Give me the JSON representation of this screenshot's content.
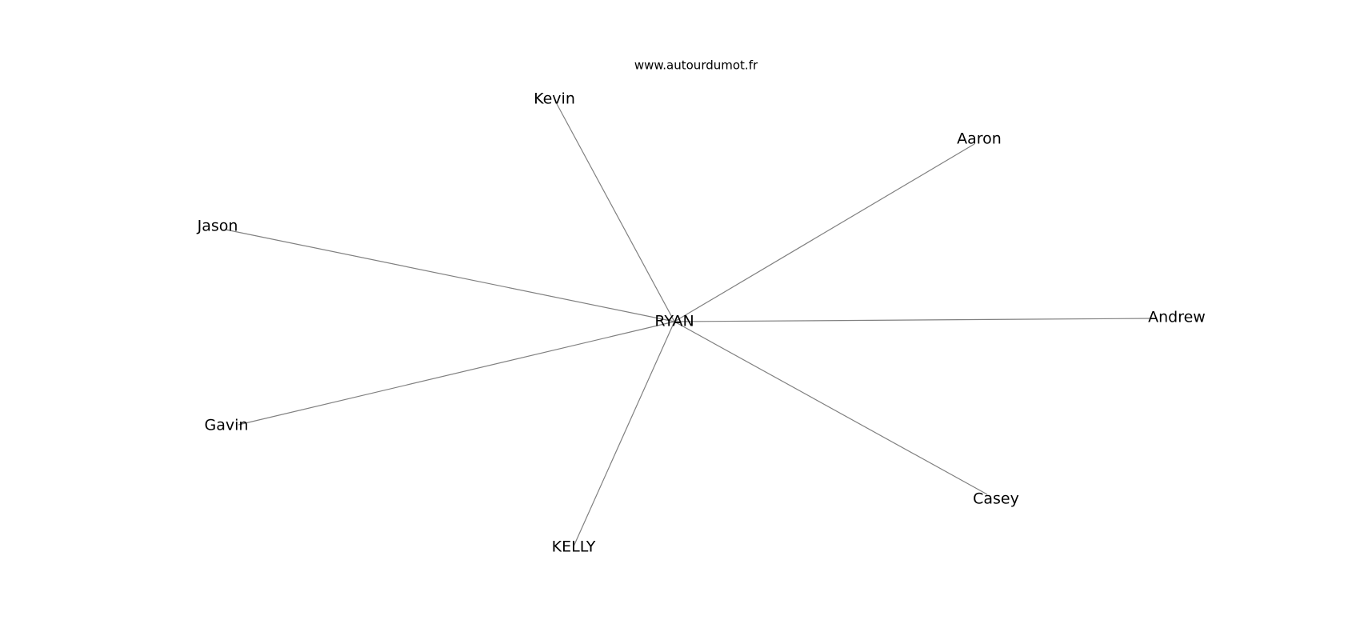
{
  "watermark": "www.autourdumot.fr",
  "center": {
    "id": "ryan",
    "label": "RYAN"
  },
  "nodes": [
    {
      "id": "kevin",
      "label": "Kevin"
    },
    {
      "id": "aaron",
      "label": "Aaron"
    },
    {
      "id": "jason",
      "label": "Jason"
    },
    {
      "id": "andrew",
      "label": "Andrew"
    },
    {
      "id": "gavin",
      "label": "Gavin"
    },
    {
      "id": "casey",
      "label": "Casey"
    },
    {
      "id": "kelly",
      "label": "KELLY"
    }
  ],
  "edges": [
    [
      "ryan",
      "kevin"
    ],
    [
      "ryan",
      "aaron"
    ],
    [
      "ryan",
      "jason"
    ],
    [
      "ryan",
      "andrew"
    ],
    [
      "ryan",
      "gavin"
    ],
    [
      "ryan",
      "casey"
    ],
    [
      "ryan",
      "kelly"
    ]
  ]
}
